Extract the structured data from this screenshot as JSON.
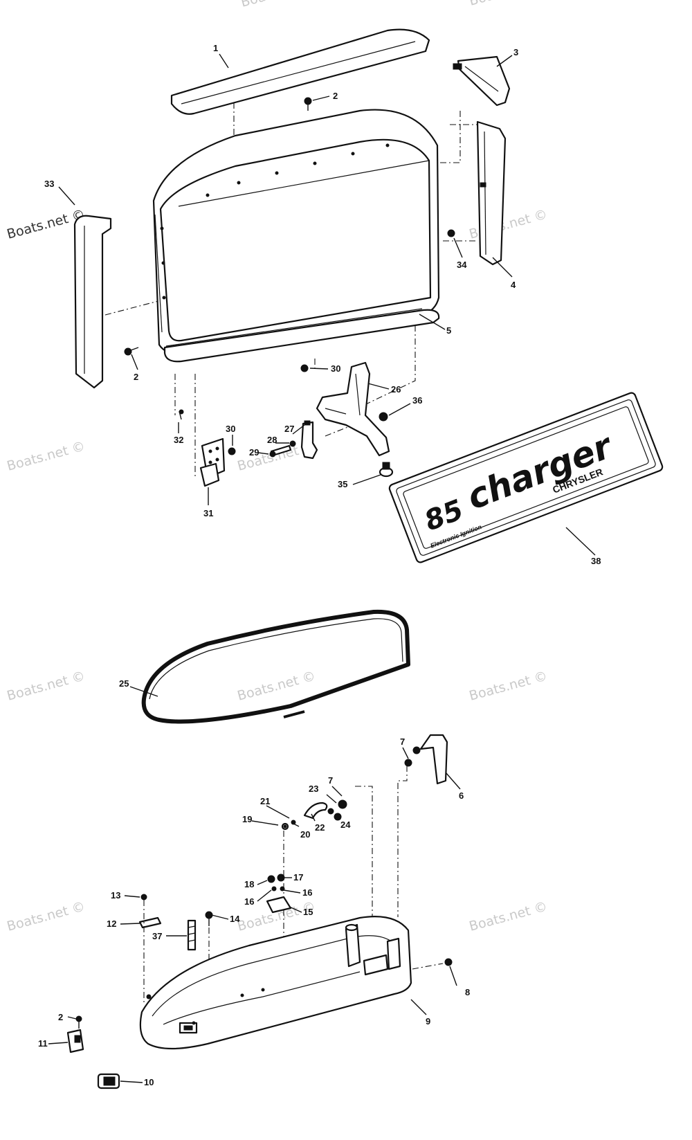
{
  "watermark": "Boats.net ©",
  "callouts": [
    {
      "id": "c1",
      "label": "1"
    },
    {
      "id": "c2a",
      "label": "2"
    },
    {
      "id": "c3",
      "label": "3"
    },
    {
      "id": "c33",
      "label": "33"
    },
    {
      "id": "c34",
      "label": "34"
    },
    {
      "id": "c4",
      "label": "4"
    },
    {
      "id": "c5",
      "label": "5"
    },
    {
      "id": "c2b",
      "label": "2"
    },
    {
      "id": "c30a",
      "label": "30"
    },
    {
      "id": "c26",
      "label": "26"
    },
    {
      "id": "c36",
      "label": "36"
    },
    {
      "id": "c32",
      "label": "32"
    },
    {
      "id": "c30b",
      "label": "30"
    },
    {
      "id": "c27",
      "label": "27"
    },
    {
      "id": "c28",
      "label": "28"
    },
    {
      "id": "c29",
      "label": "29"
    },
    {
      "id": "c35",
      "label": "35"
    },
    {
      "id": "c31",
      "label": "31"
    },
    {
      "id": "c38",
      "label": "38"
    },
    {
      "id": "c25",
      "label": "25"
    },
    {
      "id": "c7a",
      "label": "7"
    },
    {
      "id": "c6",
      "label": "6"
    },
    {
      "id": "c23",
      "label": "23"
    },
    {
      "id": "c7b",
      "label": "7"
    },
    {
      "id": "c21",
      "label": "21"
    },
    {
      "id": "c19",
      "label": "19"
    },
    {
      "id": "c22",
      "label": "22"
    },
    {
      "id": "c24",
      "label": "24"
    },
    {
      "id": "c20",
      "label": "20"
    },
    {
      "id": "c18",
      "label": "18"
    },
    {
      "id": "c17",
      "label": "17"
    },
    {
      "id": "c16a",
      "label": "16"
    },
    {
      "id": "c16b",
      "label": "16"
    },
    {
      "id": "c15",
      "label": "15"
    },
    {
      "id": "c13",
      "label": "13"
    },
    {
      "id": "c12",
      "label": "12"
    },
    {
      "id": "c14",
      "label": "14"
    },
    {
      "id": "c37",
      "label": "37"
    },
    {
      "id": "c8",
      "label": "8"
    },
    {
      "id": "c9",
      "label": "9"
    },
    {
      "id": "c2c",
      "label": "2"
    },
    {
      "id": "c11",
      "label": "11"
    },
    {
      "id": "c10",
      "label": "10"
    }
  ],
  "decal": {
    "number": "85",
    "brand": "charger",
    "maker": "CHRYSLER",
    "tagline": "Electronic Ignition"
  }
}
